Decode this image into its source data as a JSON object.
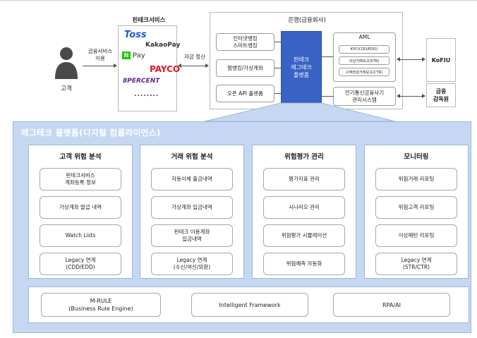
{
  "customer": {
    "label": "고객"
  },
  "service_use_label": "금융서비스\n이용",
  "fintech": {
    "title": "핀테크서비스",
    "logos": {
      "toss": "Toss",
      "kakaopay": "KakaoPay",
      "npay_badge": "N",
      "npay": "Pay",
      "payco": "PAYCO",
      "ninepercent": "8PERCENT",
      "more": "........"
    }
  },
  "settlement_label": "자금 정산",
  "bank": {
    "title": "은행(금융회사)",
    "items": [
      "인터넷뱅킹\n스마트뱅킹",
      "펌뱅킹/가상계좌",
      "오픈 API 플랫폼"
    ],
    "platform": "핀테크\n레그테크\n플랫폼",
    "aml": {
      "title": "AML",
      "items": [
        "KYC(CDD/EDD)",
        "의심거래보고(STR)",
        "고액현금거래보고(CTR)"
      ]
    },
    "efts": "전기통신금융사기\n관리시스템"
  },
  "external": {
    "kofiu": "KoFIU",
    "fss": "금융\n감독원"
  },
  "regtech": {
    "title": "레그테크 플랫폼(디지털 컴플라이언스)",
    "columns": [
      {
        "title": "고객 위험 분석",
        "items": [
          "핀테크서비스\n계좌등록 정보",
          "가상계좌 발급 내역",
          "Watch Lists",
          "Legacy 연계\n(CDD/EDD)"
        ]
      },
      {
        "title": "거래 위험 분석",
        "items": [
          "자동이체 출금내역",
          "가상계좌 입금내역",
          "핀테크 이용계좌\n입금내역",
          "Legacy 연계\n(수신/여신/외환)"
        ]
      },
      {
        "title": "위험평가 관리",
        "items": [
          "평가지표 관리",
          "시나리오 관리",
          "위험평가 시뮬레이션",
          "위험예측 자동화"
        ]
      },
      {
        "title": "모니터링",
        "items": [
          "위험거래 리포팅",
          "위험고객 리포팅",
          "이상패턴 리포팅",
          "Legacy 연계\n(STR/CTR)"
        ]
      }
    ],
    "bottom": [
      "M-RULE\n(Business Rule Engine)",
      "Intelligent Framework",
      "RPA/AI"
    ]
  },
  "colors": {
    "platform_blue": "#3a62c4",
    "panel_bg": "#c6d8f1",
    "payco_red": "#e3151b",
    "toss_blue": "#1c5bd9",
    "npay_green": "#1ec800"
  }
}
